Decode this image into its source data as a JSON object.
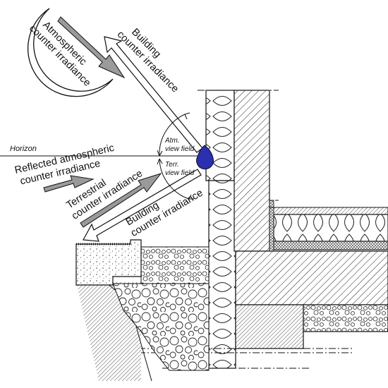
{
  "labels": {
    "atmospheric_1": "Atmospheric",
    "atmospheric_2": "counter irradiance",
    "building_top_1": "Building",
    "building_top_2": "counter irradiance",
    "horizon": "Horizon",
    "reflected_1": "Reflected atmospheric",
    "reflected_2": "counter irradiance",
    "terrestrial_1": "Terrestrial",
    "terrestrial_2": "counter irradiance",
    "building_bottom_1": "Building",
    "building_bottom_2": "counter irradiance",
    "atm_view_1": "Atm.",
    "atm_view_2": "view field",
    "terr_view_1": "Terr.",
    "terr_view_2": "view field"
  },
  "colors": {
    "sensor": "#2b2fb0",
    "gray_arrow": "#9a9a9a",
    "line": "#111111"
  },
  "icons": {
    "moon": "crescent-moon-icon"
  }
}
